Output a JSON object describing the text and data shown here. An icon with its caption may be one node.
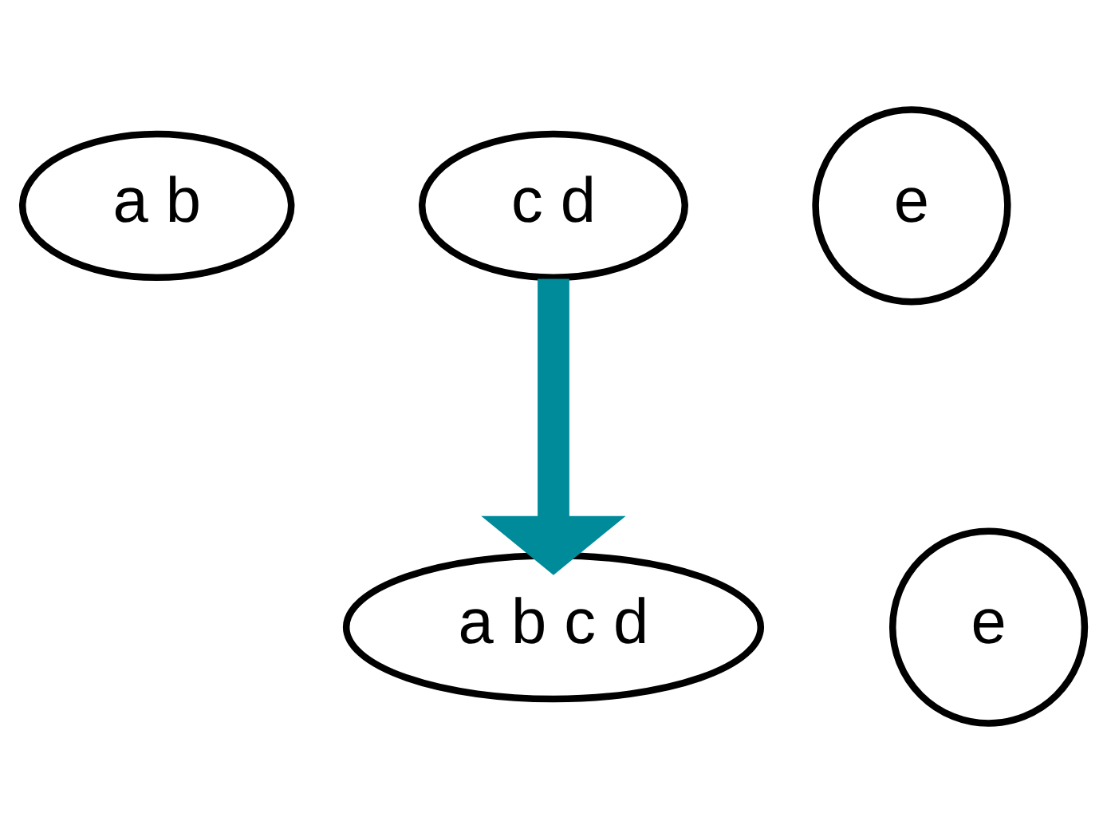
{
  "diagram": {
    "nodes": [
      {
        "text": [
          "a b"
        ]
      },
      {
        "text": [
          "c d"
        ]
      },
      {
        "text": [
          "e"
        ]
      },
      {
        "text": [
          "a b c d"
        ]
      },
      {
        "text": [
          "e"
        ]
      }
    ],
    "edges": [
      {
        "from": 1,
        "to": 3,
        "arrow": "to",
        "color": "#008b9b"
      }
    ]
  }
}
